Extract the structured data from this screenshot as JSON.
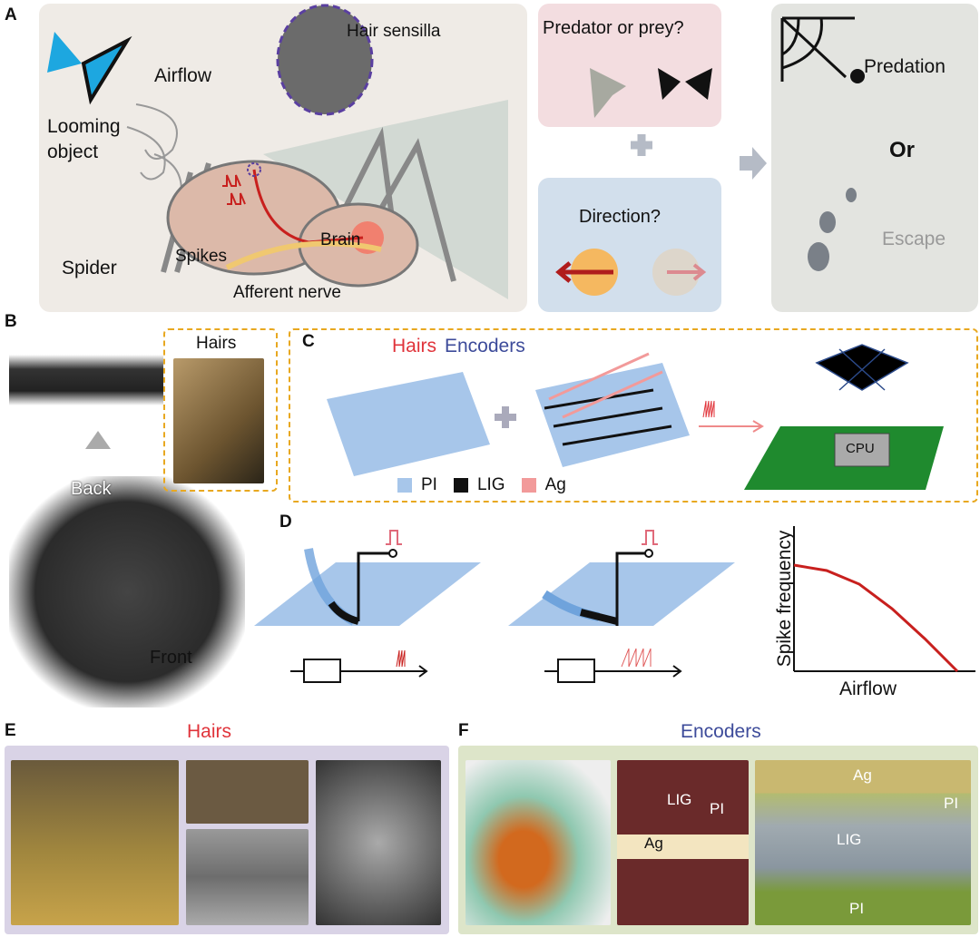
{
  "panels": {
    "A": "A",
    "B": "B",
    "C": "C",
    "D": "D",
    "E": "E",
    "F": "F"
  },
  "a": {
    "airflow": "Airflow",
    "looming": "Looming\nobject",
    "looming1": "Looming",
    "looming2": "object",
    "hair_sensilla": "Hair sensilla",
    "spikes": "Spikes",
    "brain": "Brain",
    "spider": "Spider",
    "afferent": "Afferent nerve",
    "question1": "Predator or prey?",
    "question2": "Direction?",
    "predation": "Predation",
    "or": "Or",
    "escape": "Escape"
  },
  "b": {
    "hairs": "Hairs",
    "back": "Back",
    "front": "Front"
  },
  "c": {
    "hairs": "Hairs",
    "encoders": "Encoders",
    "legend": [
      "PI",
      "LIG",
      "Ag"
    ],
    "cpu": "CPU"
  },
  "d": {
    "ylabel": "Spike frequency",
    "xlabel": "Airflow"
  },
  "chart_data": {
    "type": "line",
    "title": "",
    "xlabel": "Airflow",
    "ylabel": "Spike frequency",
    "x": [
      0,
      0.2,
      0.4,
      0.6,
      0.8,
      1.0
    ],
    "y": [
      0.78,
      0.74,
      0.64,
      0.46,
      0.24,
      0.0
    ]
  },
  "e": {
    "title": "Hairs"
  },
  "f": {
    "title": "Encoders",
    "labels": [
      "LIG",
      "PI",
      "Ag",
      "Ag",
      "PI",
      "LIG",
      "PI"
    ]
  },
  "colors": {
    "panelA": "#efebe6",
    "pink": "#f3dde0",
    "blue": "#d2dfec",
    "grey": "#e3e4e0",
    "lavender": "#d9d3e6",
    "olive": "#dde5c9",
    "red": "#e0333a",
    "navy": "#3d4b9a",
    "orange": "#e8a820"
  }
}
